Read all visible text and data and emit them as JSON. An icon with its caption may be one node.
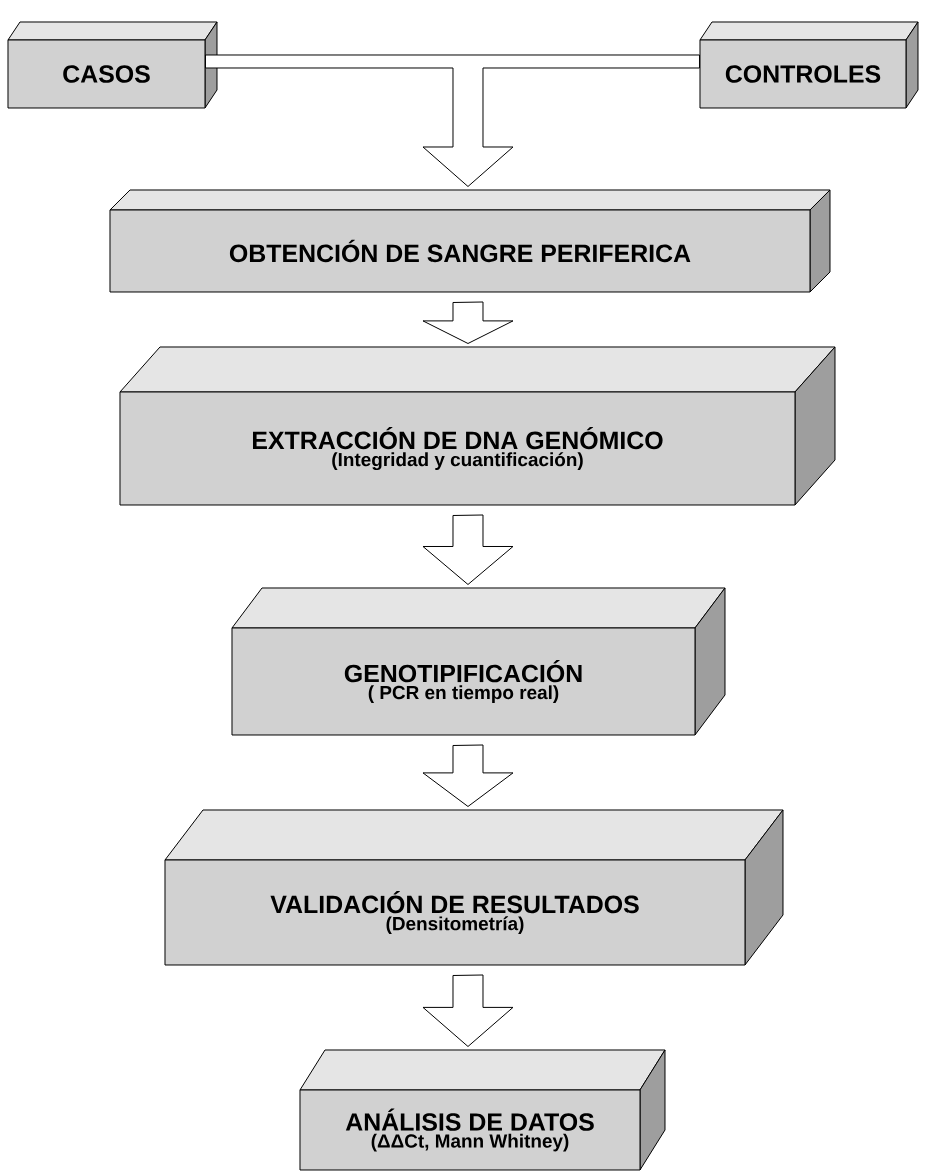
{
  "diagram": {
    "nodes": [
      {
        "text": [
          "CASOS"
        ]
      },
      {
        "text": [
          "CONTROLES"
        ]
      },
      {
        "text": [
          "OBTENCIÓN DE SANGRE PERIFERICA"
        ]
      },
      {
        "text": [
          "EXTRACCIÓN DE DNA GENÓMICO",
          "(Integridad y cuantificación)"
        ]
      },
      {
        "text": [
          "GENOTIPIFICACIÓN",
          "( PCR en tiempo real)"
        ]
      },
      {
        "text": [
          "VALIDACIÓN DE RESULTADOS",
          "(Densitometría)"
        ]
      },
      {
        "text": [
          "ANÁLISIS DE DATOS",
          "(ΔΔCt, Mann Whitney)"
        ]
      }
    ],
    "edges": [
      {
        "from": 0,
        "to": 2,
        "arrow": "to"
      },
      {
        "from": 1,
        "to": 2,
        "arrow": "to"
      },
      {
        "from": 2,
        "to": 3,
        "arrow": "to"
      },
      {
        "from": 3,
        "to": 4,
        "arrow": "to"
      },
      {
        "from": 4,
        "to": 5,
        "arrow": "to"
      },
      {
        "from": 5,
        "to": 6,
        "arrow": "to"
      }
    ]
  }
}
